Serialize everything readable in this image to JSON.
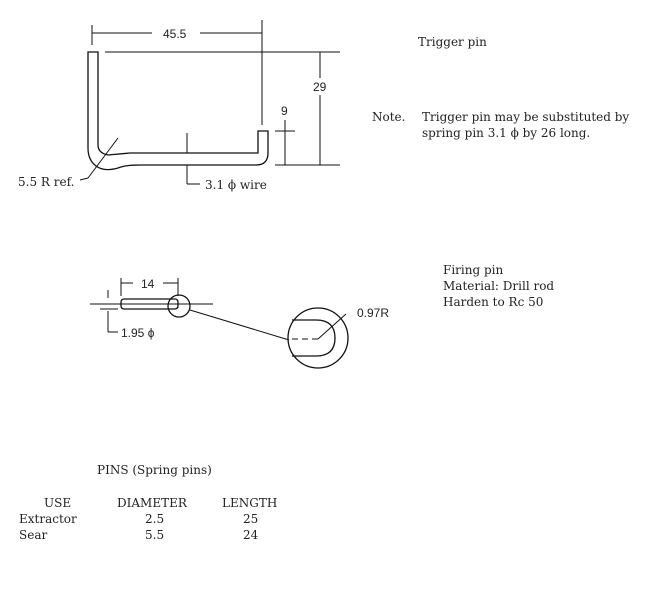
{
  "trigger_pin": {
    "title": "Trigger pin",
    "dim_length": "45.5",
    "dim_height": "29",
    "dim_hook": "9",
    "radius_label": "5.5 R ref.",
    "wire_label": "3.1 ϕ wire",
    "note_label": "Note.",
    "note_line1": "Trigger pin may be substituted by",
    "note_line2": "spring pin 3.1 ϕ by 26 long."
  },
  "firing_pin": {
    "title": "Firing pin",
    "material": "Material:  Drill rod",
    "harden": "Harden to Rc 50",
    "dim_length": "14",
    "dim_diameter": "1.95 ϕ",
    "tip_radius": "0.97R"
  },
  "pins_table": {
    "title": "PINS (Spring pins)",
    "headers": [
      "USE",
      "DIAMETER",
      "LENGTH"
    ],
    "rows": [
      [
        "Extractor",
        "2.5",
        "25"
      ],
      [
        "Sear",
        "5.5",
        "24"
      ]
    ]
  }
}
